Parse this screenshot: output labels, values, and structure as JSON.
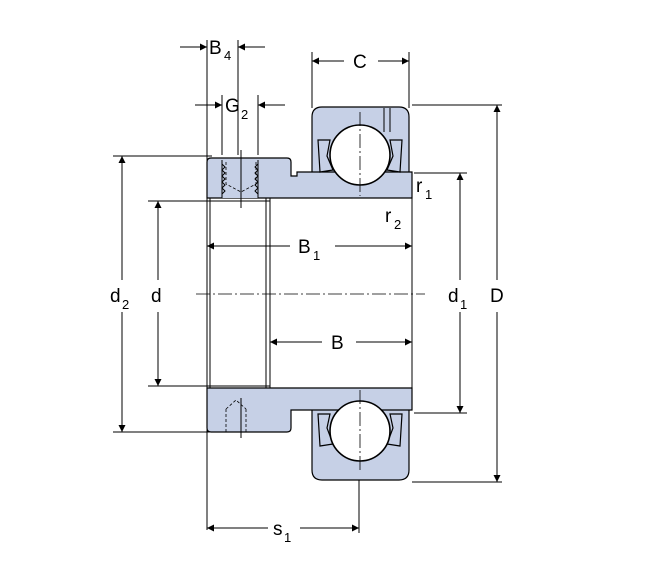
{
  "labels": {
    "B4": {
      "main": "B",
      "sub": "4"
    },
    "G2": {
      "main": "G",
      "sub": "2"
    },
    "C": {
      "main": "C"
    },
    "r1": {
      "main": "r",
      "sub": "1"
    },
    "r2": {
      "main": "r",
      "sub": "2"
    },
    "B1": {
      "main": "B",
      "sub": "1"
    },
    "d2": {
      "main": "d",
      "sub": "2"
    },
    "d": {
      "main": "d"
    },
    "d1": {
      "main": "d",
      "sub": "1"
    },
    "D": {
      "main": "D"
    },
    "B": {
      "main": "B"
    },
    "s1": {
      "main": "s",
      "sub": "1"
    }
  },
  "colors": {
    "part_fill": "#c6d0e6",
    "line": "#000000",
    "background": "#ffffff"
  }
}
